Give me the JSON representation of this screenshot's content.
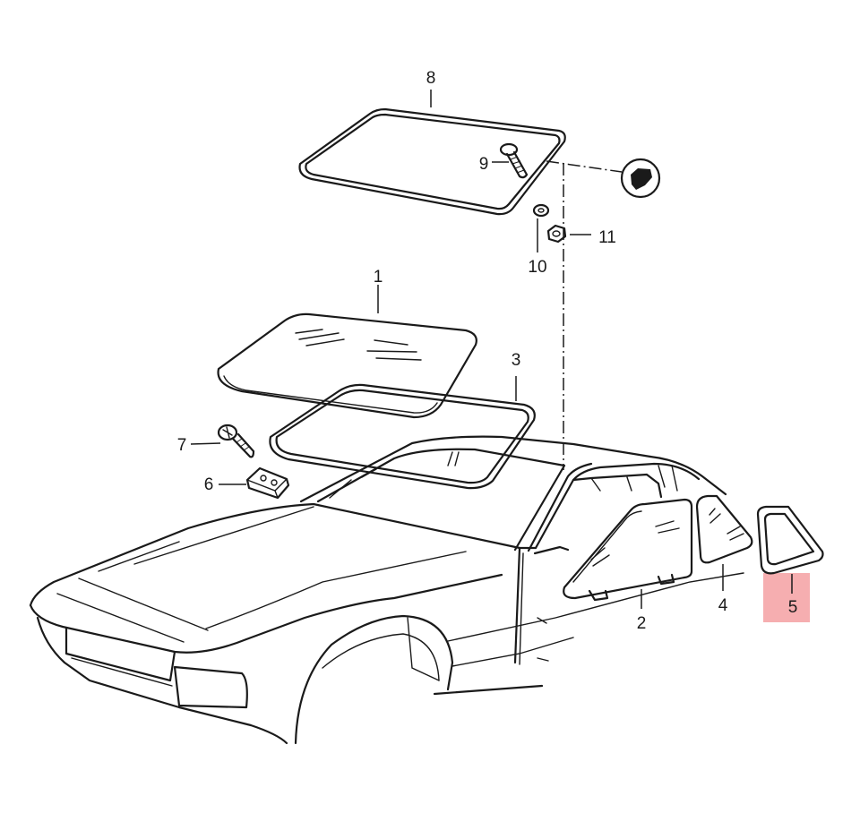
{
  "diagram": {
    "highlight_color": "#f4a0a2",
    "line_color": "#1a1a1a",
    "callouts": [
      {
        "id": "label-1",
        "number": "1"
      },
      {
        "id": "label-2",
        "number": "2"
      },
      {
        "id": "label-3",
        "number": "3"
      },
      {
        "id": "label-4",
        "number": "4"
      },
      {
        "id": "label-5",
        "number": "5",
        "highlighted": true
      },
      {
        "id": "label-6",
        "number": "6"
      },
      {
        "id": "label-7",
        "number": "7"
      },
      {
        "id": "label-8",
        "number": "8"
      },
      {
        "id": "label-9",
        "number": "9"
      },
      {
        "id": "label-10",
        "number": "10"
      },
      {
        "id": "label-11",
        "number": "11"
      }
    ],
    "icons": [
      "adhesive-badge-icon"
    ]
  }
}
